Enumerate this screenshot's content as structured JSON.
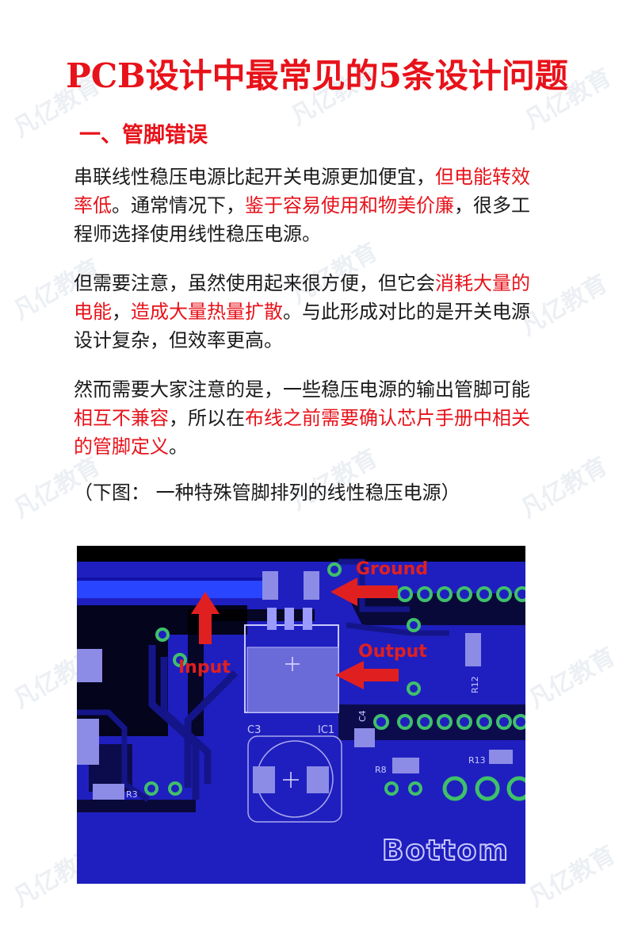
{
  "title": "PCB设计中最常见的5条设计问题",
  "section": {
    "heading": "一、管脚错误"
  },
  "paragraphs": [
    {
      "lines": [
        [
          {
            "t": "串联线性稳压电源比起开关电源更加便宜，",
            "hl": false
          },
          {
            "t": "但电能转效",
            "hl": true
          }
        ],
        [
          {
            "t": "率低",
            "hl": true
          },
          {
            "t": "。通常情况下，",
            "hl": false
          },
          {
            "t": "鉴于容易使用和物美价廉",
            "hl": true
          },
          {
            "t": "，很多工",
            "hl": false
          }
        ],
        [
          {
            "t": "程师选择使用线性稳压电源。",
            "hl": false
          }
        ]
      ]
    },
    {
      "lines": [
        [
          {
            "t": "但需要注意，虽然使用起来很方便，但它会",
            "hl": false
          },
          {
            "t": "消耗大量的",
            "hl": true
          }
        ],
        [
          {
            "t": "电能",
            "hl": true
          },
          {
            "t": "，",
            "hl": false
          },
          {
            "t": "造成大量热量扩散",
            "hl": true
          },
          {
            "t": "。与此形成对比的是开关电源",
            "hl": false
          }
        ],
        [
          {
            "t": "设计复杂，但效率更高。",
            "hl": false
          }
        ]
      ]
    },
    {
      "lines": [
        [
          {
            "t": "然而需要大家注意的是，一些稳压电源的输出管脚可能",
            "hl": false
          }
        ],
        [
          {
            "t": "相互不兼容",
            "hl": true
          },
          {
            "t": "，所以在",
            "hl": false
          },
          {
            "t": "布线之前需要确认芯片手册中相关",
            "hl": true
          }
        ],
        [
          {
            "t": "的管脚定义",
            "hl": true
          },
          {
            "t": "。",
            "hl": false
          }
        ]
      ]
    }
  ],
  "caption": "（下图： 一种特殊管脚排列的线性稳压电源）",
  "watermark": "凡亿教育",
  "figure": {
    "labels": {
      "ground": "Ground",
      "output": "Output",
      "input": "Input",
      "bottom": "Bottom",
      "c3": "C3",
      "ic1": "IC1",
      "r3": "R3",
      "r8": "R8",
      "r12": "R12",
      "r13": "R13",
      "c4": "C4"
    }
  },
  "colors": {
    "accent": "#e8121a",
    "board": "#1f1fbf",
    "track": "#1c1c9e",
    "pad": "#7a7ae0",
    "via": "#2fa35a",
    "arrow": "#e02020"
  }
}
